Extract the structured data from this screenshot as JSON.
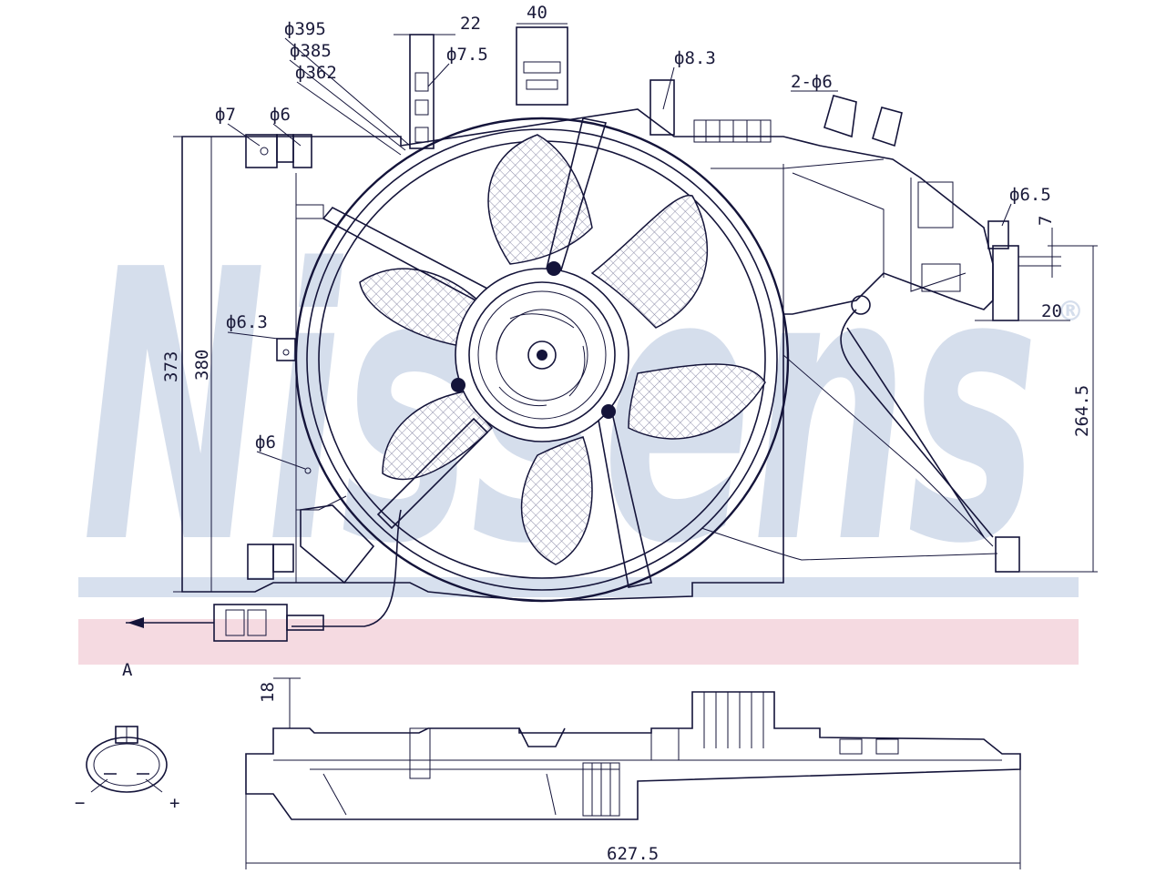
{
  "watermark": {
    "brand": "Nissens",
    "reg_mark": "®"
  },
  "colors": {
    "line": "#14143a",
    "watermark": "#c8d3e6",
    "band_blue": "#cdd8ea",
    "band_pink": "#f3d4dc",
    "mesh": "#9a9ab4"
  },
  "dimensions": {
    "d395": "ф395",
    "d385": "ф385",
    "d362": "ф362",
    "d7_5": "ф7.5",
    "w22": "22",
    "w40": "40",
    "d8_3_top": "ф8.3",
    "two_d6": "2-ф6",
    "d7": "ф7",
    "d6_left": "ф6",
    "d6_5": "ф6.5",
    "seven": "7",
    "twenty": "20",
    "h373": "373",
    "h380": "380",
    "d6_3": "ф6.3",
    "d6_mid": "ф6",
    "h264_5": "264.5",
    "h18": "18",
    "w627_5": "627.5"
  },
  "connector": {
    "view_label": "A",
    "minus": "−",
    "plus": "+"
  }
}
